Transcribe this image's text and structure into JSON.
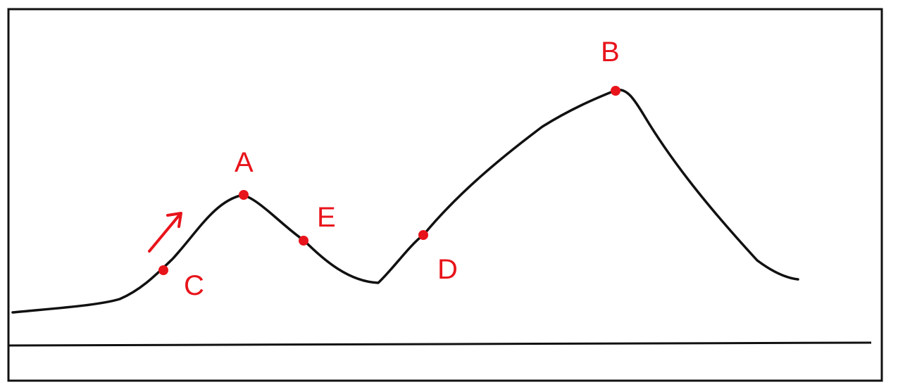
{
  "diagram": {
    "accent_color": "#e8141b",
    "line_color": "#111111",
    "arrow_icon": "up-right-arrow-icon",
    "points": [
      {
        "id": "a",
        "label": "A"
      },
      {
        "id": "b",
        "label": "B"
      },
      {
        "id": "c",
        "label": "C"
      },
      {
        "id": "d",
        "label": "D"
      },
      {
        "id": "e",
        "label": "E"
      }
    ]
  }
}
